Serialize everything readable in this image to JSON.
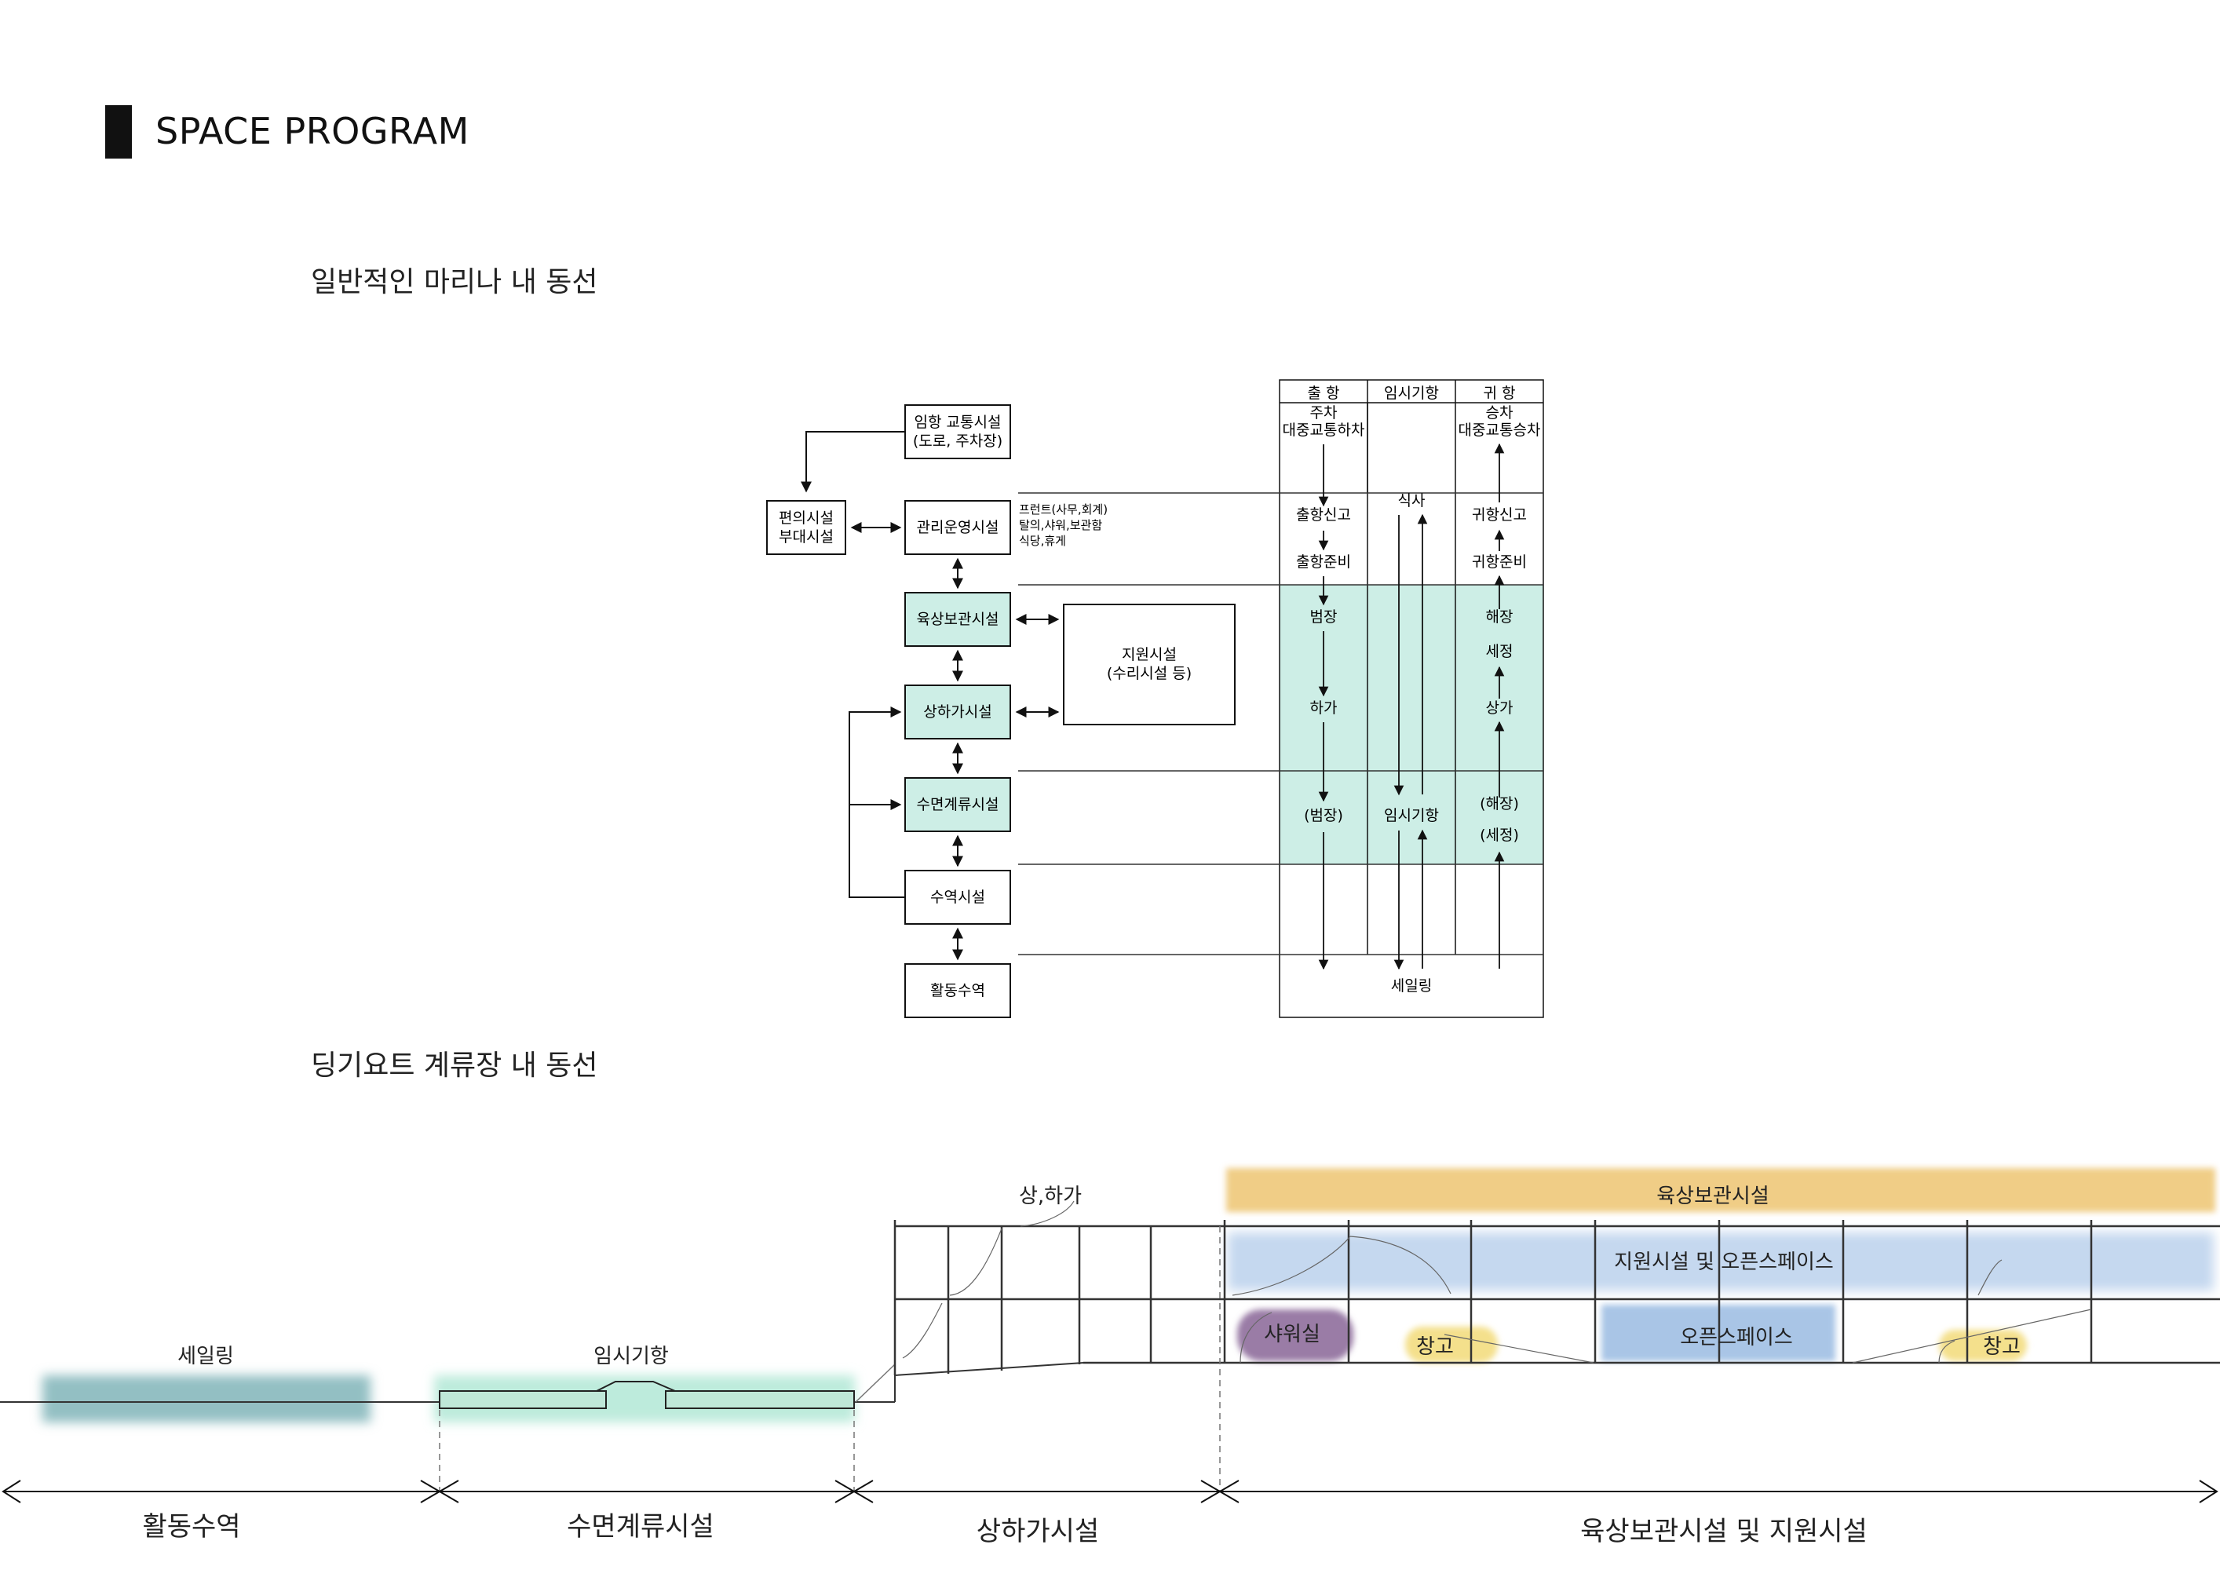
{
  "header": {
    "title": "SPACE PROGRAM"
  },
  "section1": {
    "title": "일반적인 마리나 내 동선"
  },
  "section2": {
    "title": "딩기요트 계류장 내 동선"
  },
  "flow": {
    "boxes": [
      {
        "id": "access",
        "lines": [
          "임항 교통시설",
          "(도로, 주차장)"
        ]
      },
      {
        "id": "convenience",
        "lines": [
          "편의시설",
          "부대시설"
        ]
      },
      {
        "id": "management",
        "lines": [
          "관리운영시설"
        ]
      },
      {
        "id": "storage",
        "lines": [
          "육상보관시설"
        ]
      },
      {
        "id": "loading",
        "lines": [
          "상하가시설"
        ]
      },
      {
        "id": "mooring",
        "lines": [
          "수면계류시설"
        ]
      },
      {
        "id": "waters",
        "lines": [
          "수역시설"
        ]
      },
      {
        "id": "activity",
        "lines": [
          "활동수역"
        ]
      },
      {
        "id": "support",
        "lines": [
          "지원시설",
          "(수리시설 등)"
        ]
      }
    ],
    "note": [
      "프런트(사무,회계)",
      "탈의,샤워,보관함",
      "식당,휴게"
    ]
  },
  "matrix": {
    "columns": [
      "출 항",
      "임시기항",
      "귀 항"
    ],
    "departure": [
      "주차",
      "대중교통하차",
      "출항신고",
      "출항준비",
      "범장",
      "하가",
      "(범장)"
    ],
    "temporary": [
      "식사",
      "임시기항",
      "세일링"
    ],
    "return": [
      "승차",
      "대중교통승차",
      "귀항신고",
      "귀항준비",
      "해장",
      "세정",
      "상가",
      "(해장)",
      "(세정)"
    ]
  },
  "section": {
    "labels": {
      "sailing": "세일링",
      "temp_berth": "임시기항",
      "launch": "상,하가",
      "storage": "육상보관시설",
      "support_open": "지원시설 및 오픈스페이스",
      "shower": "샤워실",
      "warehouse": "창고",
      "open_space": "오픈스페이스"
    },
    "zones": [
      "활동수역",
      "수면계류시설",
      "상하가시설",
      "육상보관시설 및 지원시설"
    ]
  },
  "colors": {
    "teal": "#cdeee6",
    "storage_band": "#f0cd86",
    "blue_band": "#c5d8ef",
    "blue_box": "#a9c5e6",
    "purple": "#9a7ba6",
    "yellow": "#f4e08c",
    "sailing_band": "#93bfc3"
  }
}
